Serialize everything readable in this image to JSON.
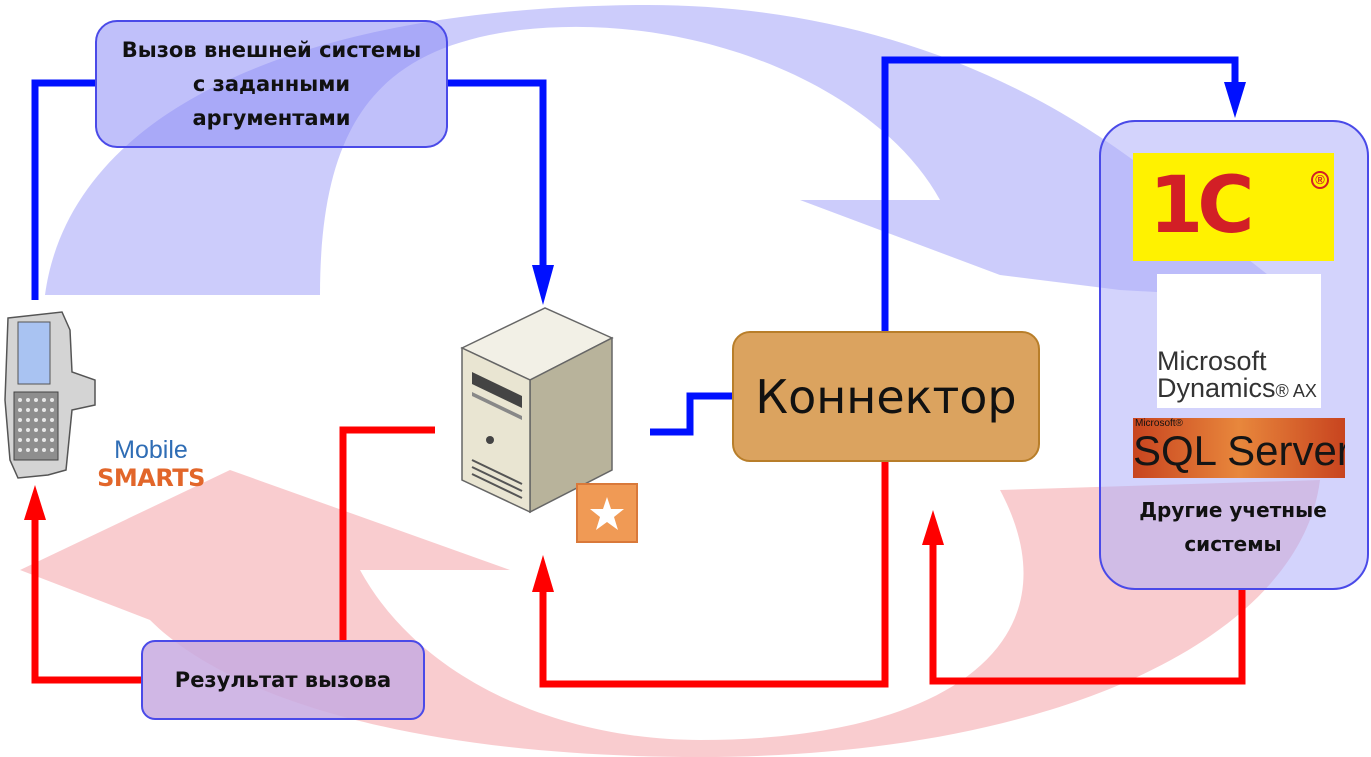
{
  "call_box": {
    "text": "Вызов внешней системы с заданными аргументами"
  },
  "result_box": {
    "text": "Результат вызова"
  },
  "connector": {
    "text": "Коннектор"
  },
  "other_systems": {
    "text": "Другие учетные системы"
  },
  "logos": {
    "mobile_line1": "Mobile",
    "mobile_line2": "SMARTS",
    "one_c": "1С",
    "one_c_reg": "®",
    "dynamics_line1": "Microsoft",
    "dynamics_line2": "Dynamics",
    "dynamics_suffix": "AX",
    "sql_small": "Microsoft®",
    "sql_big": "SQL Server"
  },
  "colors": {
    "request_arrow": "#0010ff",
    "response_arrow": "#ff0000",
    "connector_fill": "#dba35f",
    "panel_fill": "#afaffa"
  }
}
